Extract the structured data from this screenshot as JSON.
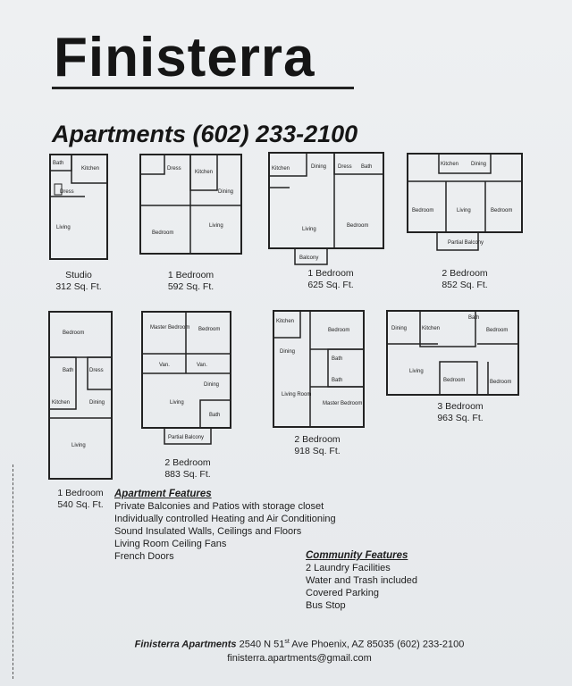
{
  "header": {
    "title": "Finisterra",
    "subtitle": "Apartments (602) 233-2100"
  },
  "floor_plans": [
    {
      "name": "Studio",
      "size": "312 Sq. Ft.",
      "rooms": [
        "Bath",
        "Kitchen",
        "Dress",
        "Living"
      ]
    },
    {
      "name": "1 Bedroom",
      "size": "592 Sq. Ft.",
      "rooms": [
        "Dress",
        "Kitchen",
        "Dining",
        "Bedroom",
        "Living"
      ]
    },
    {
      "name": "1 Bedroom",
      "size": "625 Sq. Ft.",
      "rooms": [
        "Kitchen",
        "Dining",
        "Dress",
        "Bath",
        "Living",
        "Bedroom",
        "Balcony"
      ]
    },
    {
      "name": "2 Bedroom",
      "size": "852 Sq. Ft.",
      "rooms": [
        "Kitchen",
        "Dining",
        "Bedroom",
        "Living",
        "Bedroom",
        "Partial Balcony"
      ]
    },
    {
      "name": "1 Bedroom",
      "size": "540 Sq. Ft.",
      "rooms": [
        "Bedroom",
        "Bath",
        "Dress",
        "Kitchen",
        "Dining",
        "Living"
      ]
    },
    {
      "name": "2 Bedroom",
      "size": "883 Sq. Ft.",
      "rooms": [
        "Master Bedroom",
        "Bedroom",
        "Van.",
        "Van.",
        "Dining",
        "Living",
        "Bath",
        "Partial Balcony"
      ]
    },
    {
      "name": "2 Bedroom",
      "size": "918 Sq. Ft.",
      "rooms": [
        "Kitchen",
        "Bedroom",
        "Dining",
        "Bath",
        "Bath",
        "Living Room",
        "Master Bedroom"
      ]
    },
    {
      "name": "3 Bedroom",
      "size": "963 Sq. Ft.",
      "rooms": [
        "Dining",
        "Kitchen",
        "Bath",
        "Bedroom",
        "Living",
        "Bedroom",
        "Bedroom"
      ]
    }
  ],
  "apartment_features": {
    "heading": "Apartment Features",
    "items": [
      "Private Balconies and Patios with storage closet",
      "Individually controlled Heating and Air Conditioning",
      "Sound Insulated Walls, Ceilings and Floors",
      "Living Room Ceiling Fans",
      "French Doors"
    ]
  },
  "community_features": {
    "heading": "Community Features",
    "items": [
      "2 Laundry Facilities",
      "Water and Trash included",
      "Covered Parking",
      "Bus Stop"
    ]
  },
  "footer": {
    "name": "Finisterra Apartments",
    "address_pre": "2540 N 51",
    "address_sup": "st",
    "address_post": "Ave Phoenix, AZ 85035  (602) 233-2100",
    "email": "finisterra.apartments@gmail.com"
  },
  "colors": {
    "ink": "#1b1b1b",
    "paper": "#eceef0"
  }
}
